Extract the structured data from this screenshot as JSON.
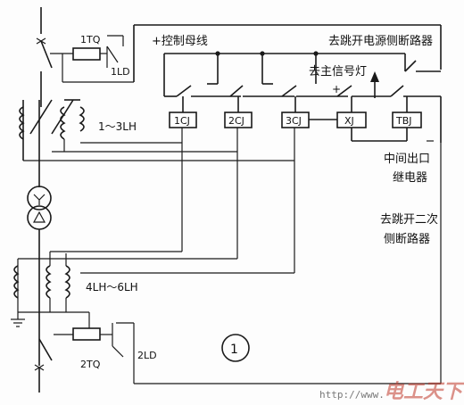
{
  "diagram": {
    "labels": {
      "tq1": "1TQ",
      "ld1": "1LD",
      "bus": "+控制母线",
      "trip_source": "去跳开电源侧断路器",
      "signal_lamp": "去主信号灯",
      "plus": "+",
      "ct_upper": "1～3LH",
      "relay_1cj": "1CJ",
      "relay_2cj": "2CJ",
      "relay_3cj": "3CJ",
      "relay_xj": "XJ",
      "relay_tbj": "TBJ",
      "mid_relay_l1": "中间出口",
      "mid_relay_l2": "继电器",
      "trip_secondary_l1": "去跳开二次",
      "trip_secondary_l2": "侧断路器",
      "ct_lower": "4LH～6LH",
      "tq2": "2TQ",
      "ld2": "2LD",
      "circle_num": "1",
      "url": "http://www.",
      "watermark": "电工天下"
    },
    "colors": {
      "line": "#1a1a1a",
      "watermark": "#c0392b"
    }
  }
}
